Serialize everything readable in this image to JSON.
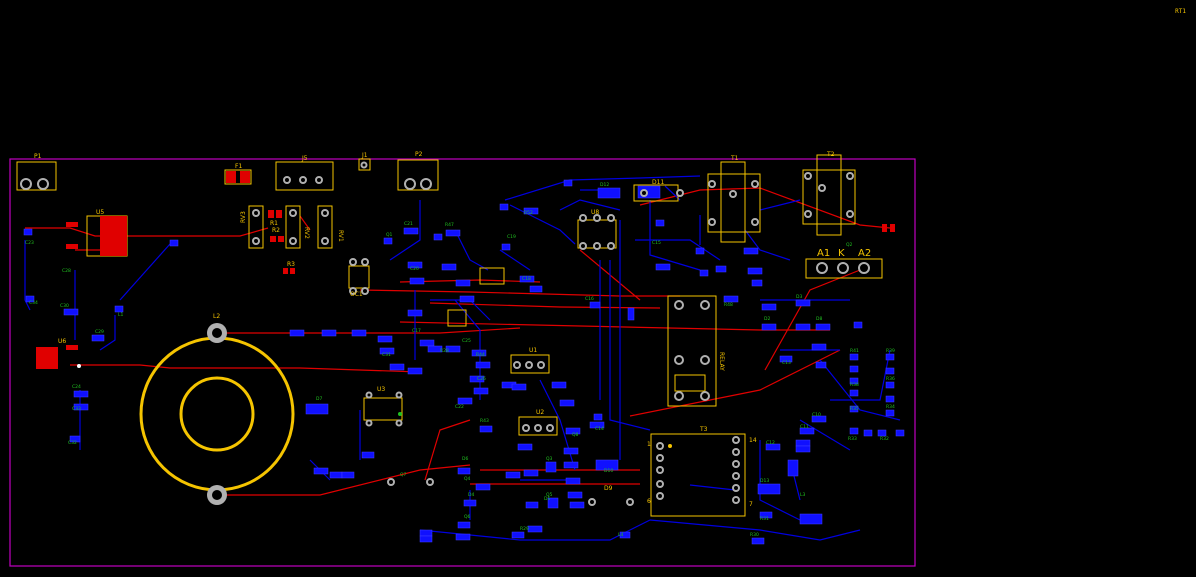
{
  "corner_ref": "RT1",
  "colors": {
    "background": "#000000",
    "board_outline": "#c000c0",
    "silkscreen": "#f5c400",
    "top_copper": "#e00000",
    "bottom_copper": "#0000e0",
    "pad": "#b0b0b0",
    "smd_blue": "#1010ff",
    "smd_label": "#20c020"
  },
  "connectors": {
    "p1": "P1",
    "f1": "F1",
    "j5": "J5",
    "j1": "J1",
    "p2": "P2",
    "t1": "T1",
    "t2": "T2",
    "t3": "T3",
    "u5": "U5",
    "u6": "U6",
    "u1": "U1",
    "u2": "U2",
    "u3": "U3",
    "u8": "U8",
    "l2": "L2",
    "relay": "RELAY",
    "a1": "A1",
    "k": "K",
    "a2": "A2",
    "pin1": "1",
    "pin14": "14",
    "pin6": "6",
    "pin7": "7",
    "rv3": "RV3",
    "rv1": "RV1",
    "rv2": "RV2",
    "r1": "R1",
    "r2": "R2",
    "r3": "R3",
    "oc1": "OC1",
    "d11": "D11",
    "d9": "D9",
    "c1": "C1"
  },
  "small_labels": [
    "C23",
    "C28",
    "C30",
    "C29",
    "C24",
    "C33",
    "C32",
    "C34",
    "C31",
    "C26",
    "C25",
    "C22",
    "C21",
    "C20",
    "C19",
    "C18",
    "C17",
    "C16",
    "C15",
    "C14",
    "C13",
    "C12",
    "C11",
    "C10",
    "R47",
    "R52",
    "R48",
    "R28",
    "R44",
    "R43",
    "R41",
    "R39",
    "R38",
    "R36",
    "R35",
    "R34",
    "R33",
    "R32",
    "R31",
    "R30",
    "R29",
    "D8",
    "D3",
    "D2",
    "D4",
    "D5",
    "D6",
    "D7",
    "D10",
    "D12",
    "D13",
    "Q1",
    "Q2",
    "Q3",
    "Q4",
    "Q5",
    "Q6",
    "Q7",
    "Q8",
    "L1",
    "L3",
    "L4"
  ]
}
